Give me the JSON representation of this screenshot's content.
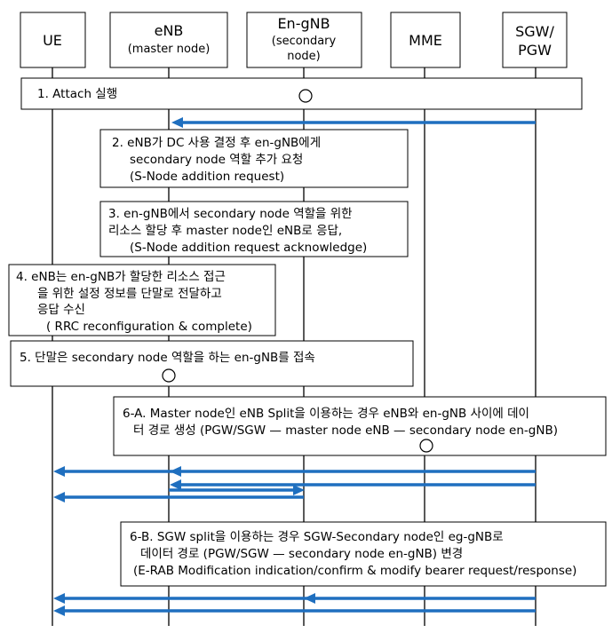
{
  "nodes": [
    {
      "id": "ue",
      "lines": [
        "UE"
      ]
    },
    {
      "id": "enb",
      "lines": [
        "eNB",
        "(master node)"
      ]
    },
    {
      "id": "engnb",
      "lines": [
        "En-gNB",
        "(secondary",
        "node)"
      ]
    },
    {
      "id": "mme",
      "lines": [
        "MME"
      ]
    },
    {
      "id": "sgw",
      "lines": [
        "SGW/",
        "PGW"
      ]
    }
  ],
  "steps": [
    {
      "id": "s1",
      "lines": [
        "1.  Attach  실행"
      ]
    },
    {
      "id": "s2",
      "lines": [
        "2.  eNB가 DC 사용 결정 후 en-gNB에게",
        "secondary node 역할 추가 요청",
        "(S-Node addition request)"
      ]
    },
    {
      "id": "s3",
      "lines": [
        "3. en-gNB에서 secondary node 역할을 위한",
        "리소스 할당 후 master node인 eNB로 응답,",
        "(S-Node addition request acknowledge)"
      ]
    },
    {
      "id": "s4",
      "lines": [
        "4.  eNB는 en-gNB가 할당한 리소스 접근",
        "을 위한 설정 정보를 단말로 전달하고",
        "응답 수신",
        "( RRC reconfiguration & complete)"
      ]
    },
    {
      "id": "s5",
      "lines": [
        "5. 단말은 secondary node 역할을 하는 en-gNB를 접속"
      ]
    },
    {
      "id": "s6a",
      "lines": [
        "6-A. Master node인 eNB Split을 이용하는 경우 eNB와 en-gNB 사이에 데이",
        "터 경로 생성 (PGW/SGW — master node eNB — secondary node en-gNB)"
      ]
    },
    {
      "id": "s6b",
      "lines": [
        "6-B. SGW split을 이용하는 경우 SGW-Secondary node인 eg-gNB로",
        "데이터 경로 (PGW/SGW — secondary node en-gNB) 변경",
        "(E-RAB Modification indication/confirm & modify bearer request/response)"
      ]
    }
  ],
  "colors": {
    "arrow": "#1f6fbf",
    "line": "#000000",
    "background": "#ffffff"
  }
}
